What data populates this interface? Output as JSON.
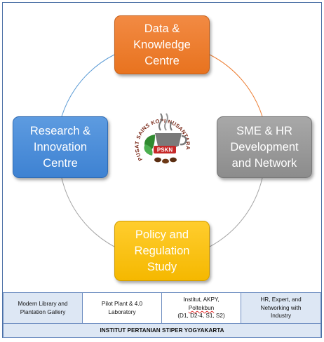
{
  "diagram": {
    "top_box": "Data &\nKnowledge\nCentre",
    "left_box": "Research &\nInnovation\nCentre",
    "right_box": "SME & HR\nDevelopment\nand Network",
    "bottom_box": "Policy and\nRegulation\nStudy",
    "colors": {
      "top": "#ed7d31",
      "left": "#4a8ed8",
      "right": "#9a9a9a",
      "bottom": "#ffc000",
      "ring_top_right": "#ed7d31",
      "ring_top_left": "#5b9bd5",
      "ring_bottom": "#a5a5a5"
    }
  },
  "logo": {
    "arc_text": "PUSAT SAINS KOPI NUSANTARA",
    "badge": "PSKN"
  },
  "table": {
    "cells": [
      "Modern Library and\nPlantation Gallery",
      "Pilot Plant & 4.0\nLaboratory",
      "HR, Expert, and\nNetworking with\nIndustry"
    ],
    "institutions": {
      "line1": "Institut, AKPY,",
      "line2": "Poltekbun",
      "line3": "(D1, D2-4, S1, S2)"
    },
    "footer": "INSTITUT PERTANIAN STIPER YOGYAKARTA"
  }
}
